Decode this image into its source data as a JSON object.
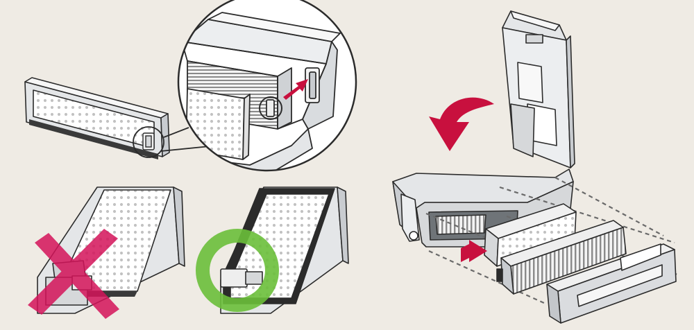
{
  "illustration": {
    "panels": [
      {
        "name": "filter-with-magnified-clip"
      },
      {
        "name": "incorrect-insertion"
      },
      {
        "name": "correct-insertion"
      },
      {
        "name": "dust-bin-exploded-view"
      }
    ],
    "icons": [
      "curved-arrow-icon",
      "push-arrow-icon",
      "cross-mark-icon",
      "check-circle-icon"
    ],
    "colors": {
      "background": "#efebe4",
      "outline": "#2b2b2b",
      "arrow": "#c8103e",
      "wrong": "#d4145a",
      "right": "#6abf3a",
      "frame": "#e4e6e8",
      "frame_dark": "#c9ccd0",
      "dots": "#c2c2c2",
      "pleats": "#8a8a8a"
    }
  }
}
